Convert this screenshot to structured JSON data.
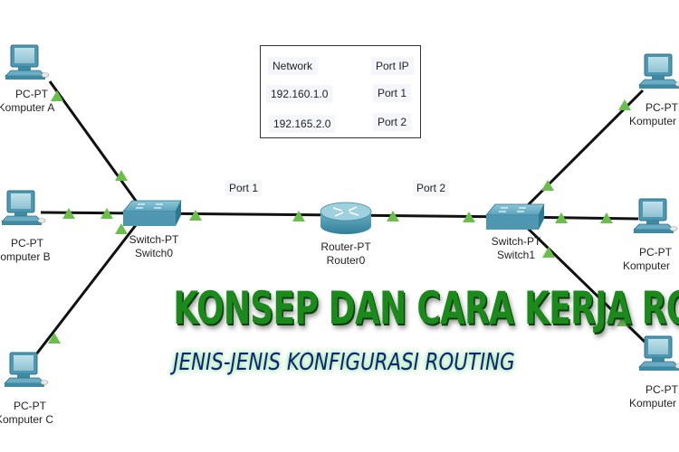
{
  "diagram": {
    "type": "network-topology",
    "accent_link_color": "#6abf4b",
    "cable_color": "#111111"
  },
  "info_table": {
    "headers": [
      "Network",
      "Port IP"
    ],
    "rows": [
      [
        "192.160.1.0",
        "Port 1"
      ],
      [
        "192.165.2.0",
        "Port 2"
      ]
    ]
  },
  "port_labels": {
    "left": "Port 1",
    "right": "Port 2"
  },
  "devices": {
    "pc_a": {
      "type": "PC-PT",
      "name": "Komputer A"
    },
    "pc_b": {
      "type": "PC-PT",
      "name": "Komputer B"
    },
    "pc_c": {
      "type": "PC-PT",
      "name": "Komputer C"
    },
    "pc_d": {
      "type": "PC-PT",
      "name": "Komputer"
    },
    "pc_e": {
      "type": "PC-PT",
      "name": "Komputer"
    },
    "pc_f": {
      "type": "PC-PT",
      "name": "Komputer"
    },
    "switch0": {
      "type": "Switch-PT",
      "name": "Switch0"
    },
    "switch1": {
      "type": "Switch-PT",
      "name": "Switch1"
    },
    "router0": {
      "type": "Router-PT",
      "name": "Router0"
    }
  },
  "titles": {
    "main": "KONSEP DAN CARA KERJA ROUTING",
    "sub": "JENIS-JENIS KONFIGURASI ROUTING"
  }
}
